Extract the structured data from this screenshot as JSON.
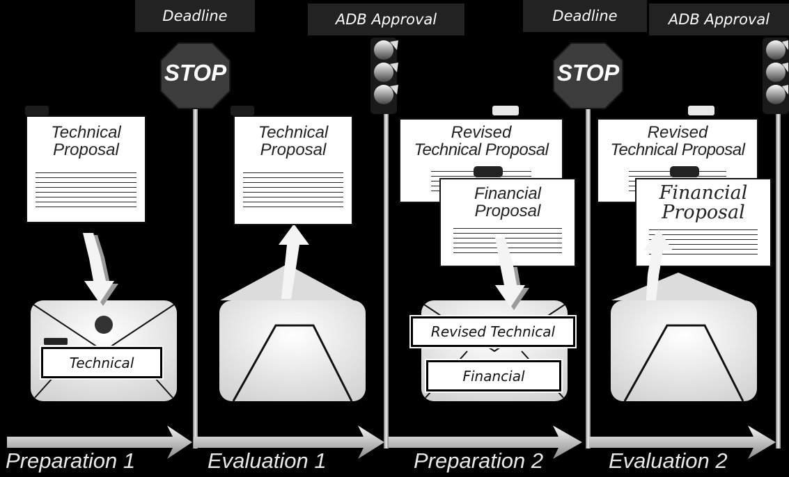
{
  "headers": {
    "deadline_1": "Deadline",
    "approval_1": "ADB Approval",
    "deadline_2": "Deadline",
    "approval_2": "ADB Approval"
  },
  "stop_signs": {
    "label_1": "STOP",
    "label_2": "STOP"
  },
  "stages": {
    "preparation_1": "Preparation 1",
    "evaluation_1": "Evaluation 1",
    "preparation_2": "Preparation 2",
    "evaluation_2": "Evaluation 2"
  },
  "documents": {
    "tech_1": {
      "line1": "Technical",
      "line2": "Proposal"
    },
    "tech_2": {
      "line1": "Technical",
      "line2": "Proposal"
    },
    "revised_1": {
      "line1": "Revised",
      "line2": "Technical Proposal"
    },
    "financial_1": {
      "line1": "Financial",
      "line2": "Proposal"
    },
    "revised_2": {
      "line1": "Revised",
      "line2": "Technical Proposal"
    },
    "financial_2": {
      "line1": "Financial",
      "line2": "Proposal"
    }
  },
  "tags": {
    "technical": "Technical",
    "revised_technical": "Revised Technical",
    "financial": "Financial"
  },
  "colors": {
    "background": "#000000",
    "header_box": "#222222",
    "document": "#ffffff",
    "stop_sign": "#3c3c3c",
    "envelope": "#ebebeb",
    "pole": "#c8c8c8"
  }
}
